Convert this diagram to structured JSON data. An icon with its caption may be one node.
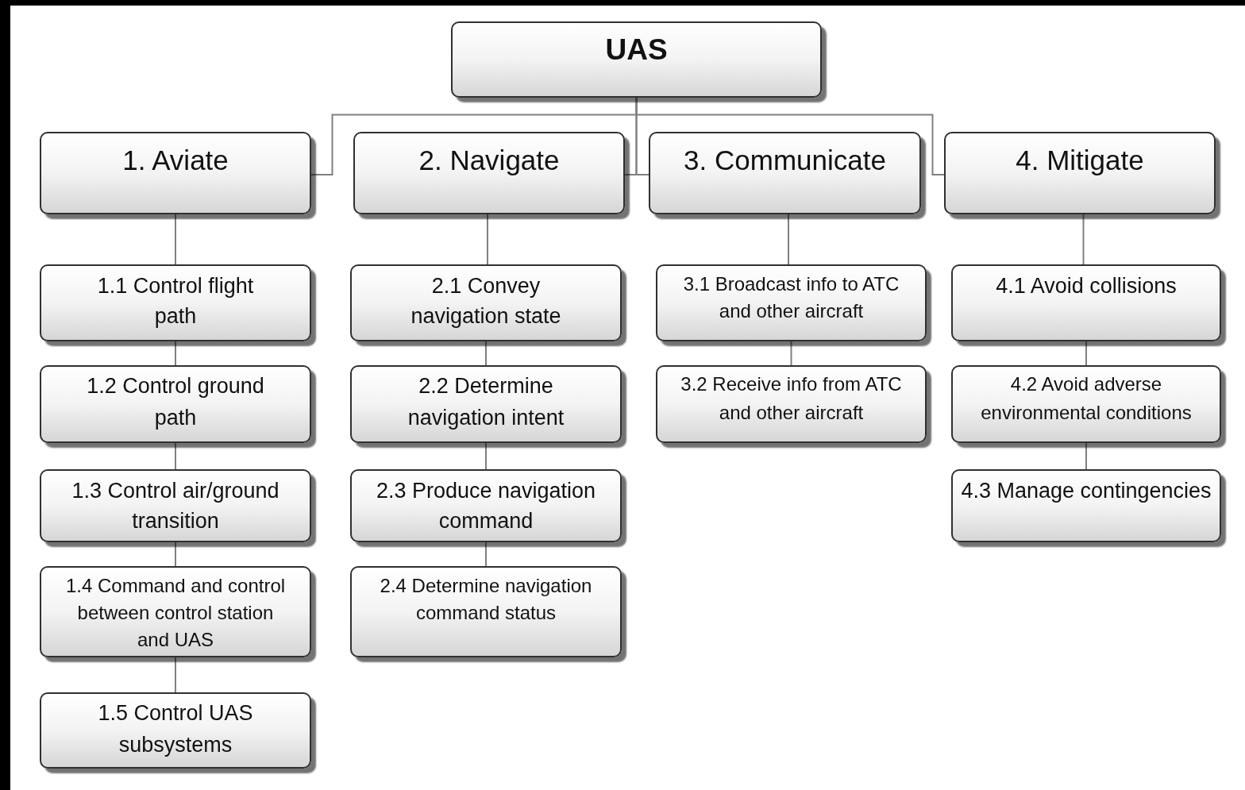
{
  "diagram": {
    "nodes": [
      {
        "text": [
          "UAS"
        ]
      },
      {
        "text": [
          "1. Aviate"
        ]
      },
      {
        "text": [
          "2. Navigate"
        ]
      },
      {
        "text": [
          "3. Communicate"
        ]
      },
      {
        "text": [
          "4. Mitigate"
        ]
      },
      {
        "text": [
          "1.1 Control flight path"
        ]
      },
      {
        "text": [
          "1.2 Control ground path"
        ]
      },
      {
        "text": [
          "1.3 Control air/ground transition"
        ]
      },
      {
        "text": [
          "1.4 Command and control between control station and UAS"
        ]
      },
      {
        "text": [
          "1.5 Control UAS subsystems"
        ]
      },
      {
        "text": [
          "2.1 Convey navigation state"
        ]
      },
      {
        "text": [
          "2.2 Determine navigation intent"
        ]
      },
      {
        "text": [
          "2.3 Produce navigation command"
        ]
      },
      {
        "text": [
          "2.4 Determine navigation command status"
        ]
      },
      {
        "text": [
          "3.1 Broadcast info to ATC and other aircraft"
        ]
      },
      {
        "text": [
          "3.2 Receive info from ATC and other aircraft"
        ]
      },
      {
        "text": [
          "4.1 Avoid collisions"
        ]
      },
      {
        "text": [
          "4.2 Avoid adverse environmental conditions"
        ]
      },
      {
        "text": [
          "4.3 Manage contingencies"
        ]
      }
    ],
    "edges": [
      {
        "from": 0,
        "to": 1,
        "arrow": "none"
      },
      {
        "from": 0,
        "to": 2,
        "arrow": "none"
      },
      {
        "from": 0,
        "to": 3,
        "arrow": "none"
      },
      {
        "from": 0,
        "to": 4,
        "arrow": "none"
      },
      {
        "from": 1,
        "to": 5,
        "arrow": "none"
      },
      {
        "from": 5,
        "to": 6,
        "arrow": "none"
      },
      {
        "from": 6,
        "to": 7,
        "arrow": "none"
      },
      {
        "from": 7,
        "to": 8,
        "arrow": "none"
      },
      {
        "from": 8,
        "to": 9,
        "arrow": "none"
      },
      {
        "from": 2,
        "to": 10,
        "arrow": "none"
      },
      {
        "from": 10,
        "to": 11,
        "arrow": "none"
      },
      {
        "from": 11,
        "to": 12,
        "arrow": "none"
      },
      {
        "from": 12,
        "to": 13,
        "arrow": "none"
      },
      {
        "from": 3,
        "to": 14,
        "arrow": "none"
      },
      {
        "from": 14,
        "to": 15,
        "arrow": "none"
      },
      {
        "from": 4,
        "to": 16,
        "arrow": "none"
      },
      {
        "from": 16,
        "to": 17,
        "arrow": "none"
      },
      {
        "from": 17,
        "to": 18,
        "arrow": "none"
      }
    ]
  }
}
